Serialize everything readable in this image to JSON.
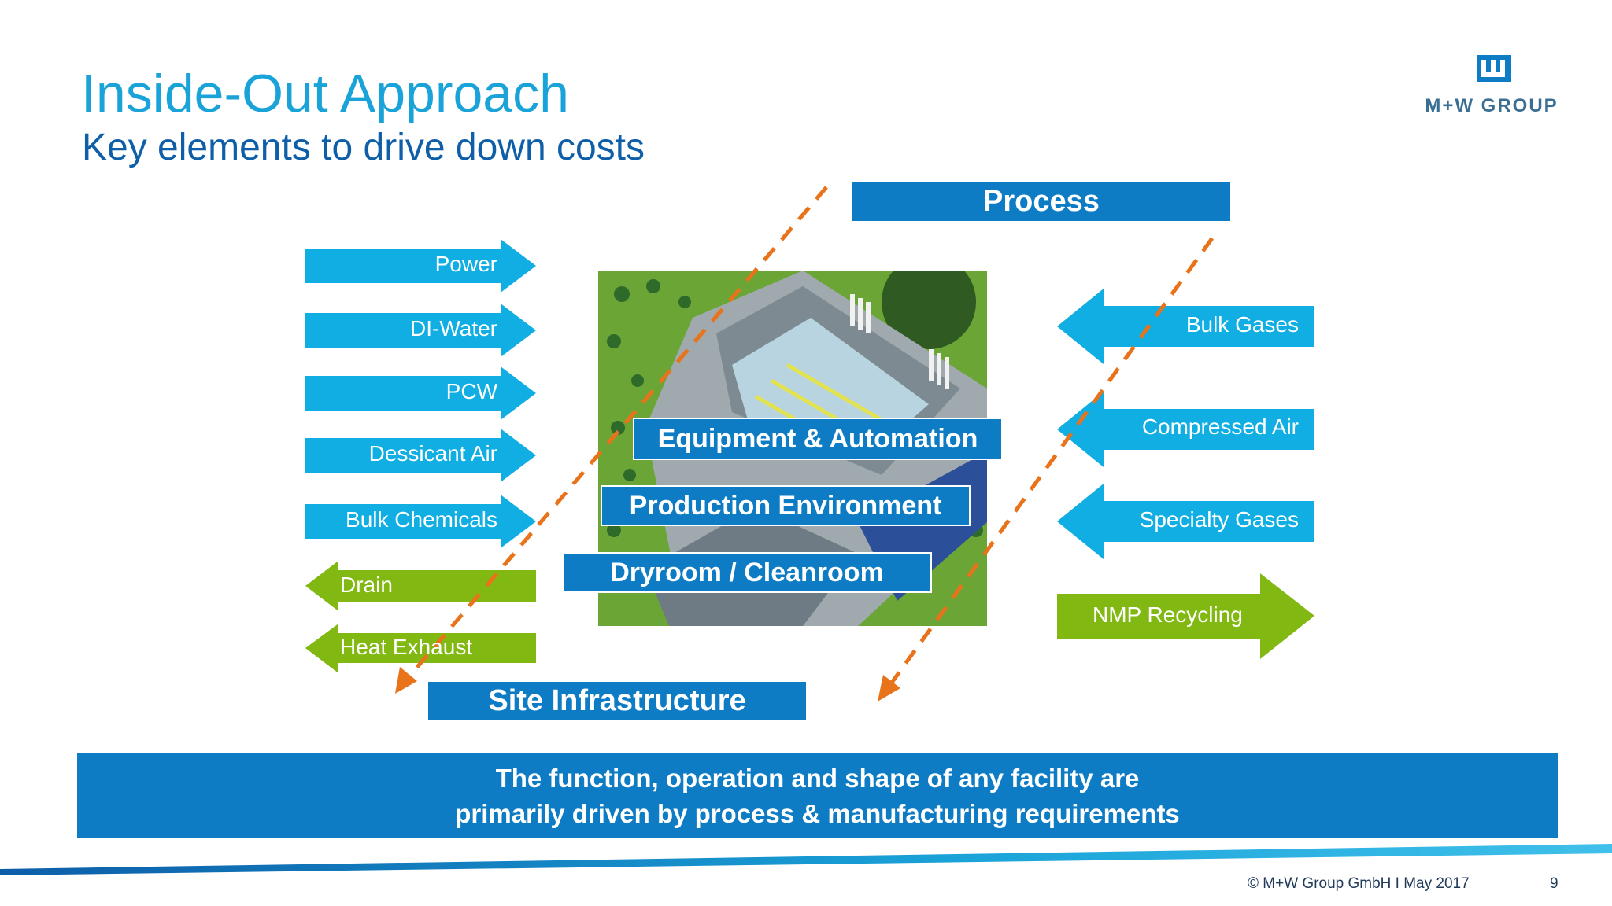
{
  "header": {
    "title": "Inside-Out Approach",
    "subtitle": "Key elements to drive down costs",
    "logo_text": "M+W GROUP"
  },
  "diagram": {
    "process_label": "Process",
    "site_infrastructure_label": "Site Infrastructure",
    "layers": [
      "Equipment & Automation",
      "Production Environment",
      "Dryroom / Cleanroom"
    ],
    "inputs_left": [
      "Power",
      "DI-Water",
      "PCW",
      "Dessicant Air",
      "Bulk Chemicals"
    ],
    "outputs_left": [
      "Drain",
      "Heat Exhaust"
    ],
    "inputs_right": [
      "Bulk Gases",
      "Compressed Air",
      "Specialty Gases"
    ],
    "outputs_right": [
      "NMP Recycling"
    ]
  },
  "banner": {
    "line1": "The function, operation and shape of any facility are",
    "line2": "primarily driven by process & manufacturing requirements"
  },
  "footer": {
    "copyright": "© M+W Group GmbH I May 2017",
    "page_number": "9"
  },
  "colors": {
    "accent_blue": "#0d7cc4",
    "arrow_cyan": "#10aee2",
    "arrow_green": "#82b812",
    "dashed_orange": "#e8731a",
    "title_blue": "#1aa3d9"
  }
}
